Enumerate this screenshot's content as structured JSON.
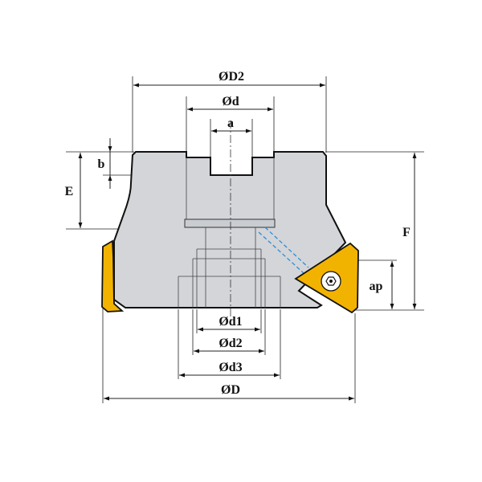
{
  "labels": {
    "D2": "ØD2",
    "d": "Ød",
    "a": "a",
    "b": "b",
    "E": "E",
    "F": "F",
    "ap": "ap",
    "d1": "Ød1",
    "d2": "Ød2",
    "d3": "Ød3",
    "D": "ØD"
  },
  "colors": {
    "body": "#d3d5d9",
    "insert": "#f2b300",
    "coolant": "#2b8fd6",
    "line": "#111111"
  }
}
